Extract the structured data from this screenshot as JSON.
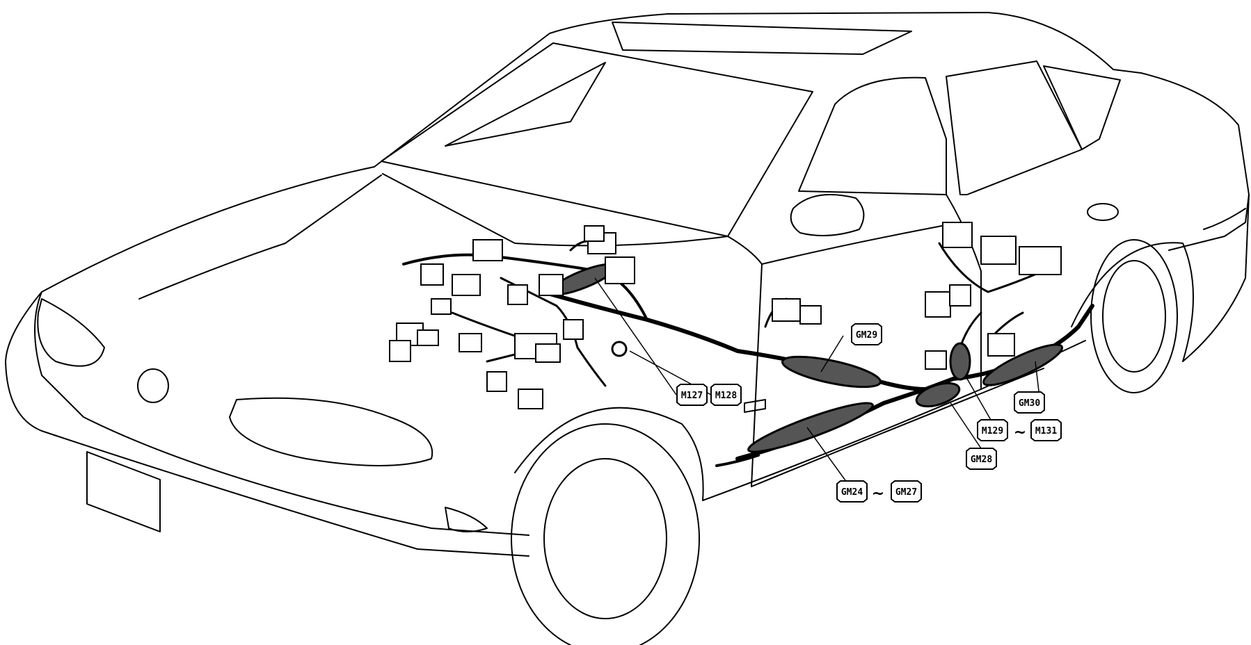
{
  "labels": {
    "gm29": "GM29",
    "m127": "M127",
    "m128": "M128",
    "gm30": "GM30",
    "m129": "M129",
    "m131": "M131",
    "gm28": "GM28",
    "gm24": "GM24",
    "gm27": "GM27",
    "tilde_1": "~",
    "tilde_2": "~"
  },
  "colors": {
    "line": "#000000",
    "background": "#ffffff",
    "harness_fill": "#555555"
  }
}
